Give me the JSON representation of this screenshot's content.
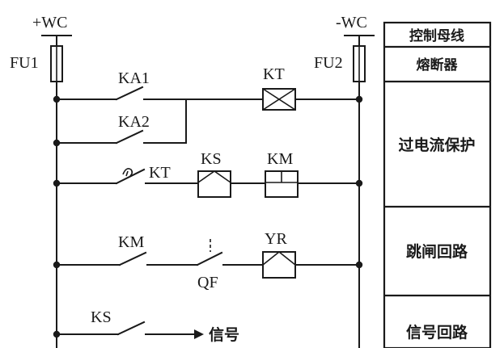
{
  "bus": {
    "positive": "+WC",
    "negative": "-WC"
  },
  "fuses": {
    "left": "FU1",
    "right": "FU2"
  },
  "contacts": {
    "ka1": "KA1",
    "ka2": "KA2",
    "kt_delay": "KT",
    "km": "KM",
    "qf": "QF",
    "ks": "KS"
  },
  "coils": {
    "kt": "KT",
    "ks": "KS",
    "km": "KM",
    "yr": "YR"
  },
  "signal": {
    "label": "信号"
  },
  "legend": [
    {
      "label": "控制母线"
    },
    {
      "label": "熔断器"
    },
    {
      "label": "过电流保护"
    },
    {
      "label": "跳闸回路"
    },
    {
      "label": "信号回路"
    }
  ]
}
